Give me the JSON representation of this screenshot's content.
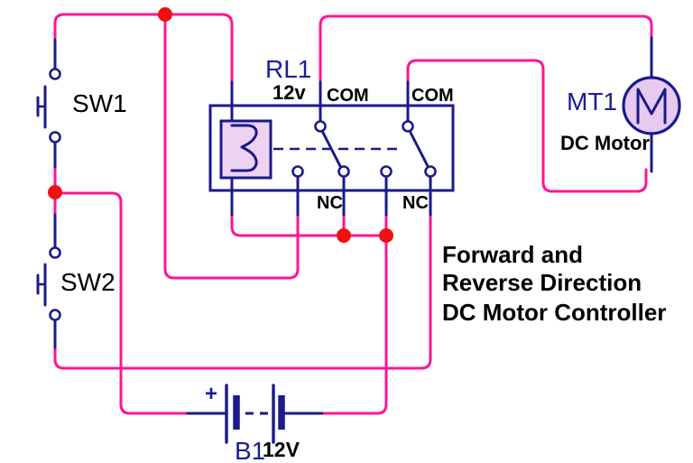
{
  "schematic": {
    "caption": {
      "line1": "Forward and",
      "line2": "Reverse Direction",
      "line3": "DC Motor Controller"
    },
    "switch1": {
      "ref": "SW1"
    },
    "switch2": {
      "ref": "SW2"
    },
    "relay": {
      "ref": "RL1",
      "rating": "12v",
      "com_left": "COM",
      "com_right": "COM",
      "nc_left": "NC",
      "nc_right": "NC"
    },
    "motor": {
      "ref": "MT1",
      "label": "DC Motor",
      "symbol_letter": "M"
    },
    "battery": {
      "ref": "B1",
      "rating": "12V",
      "plus_sign": "+"
    },
    "colors": {
      "wire_pink": "#ff1493",
      "component_navy": "#1a1a8c",
      "junction_red": "#ee1111",
      "coil_fill": "#eed3f1",
      "motor_fill": "#e7caf2",
      "text_black": "#000000",
      "text_navy": "#1c1c99"
    }
  }
}
